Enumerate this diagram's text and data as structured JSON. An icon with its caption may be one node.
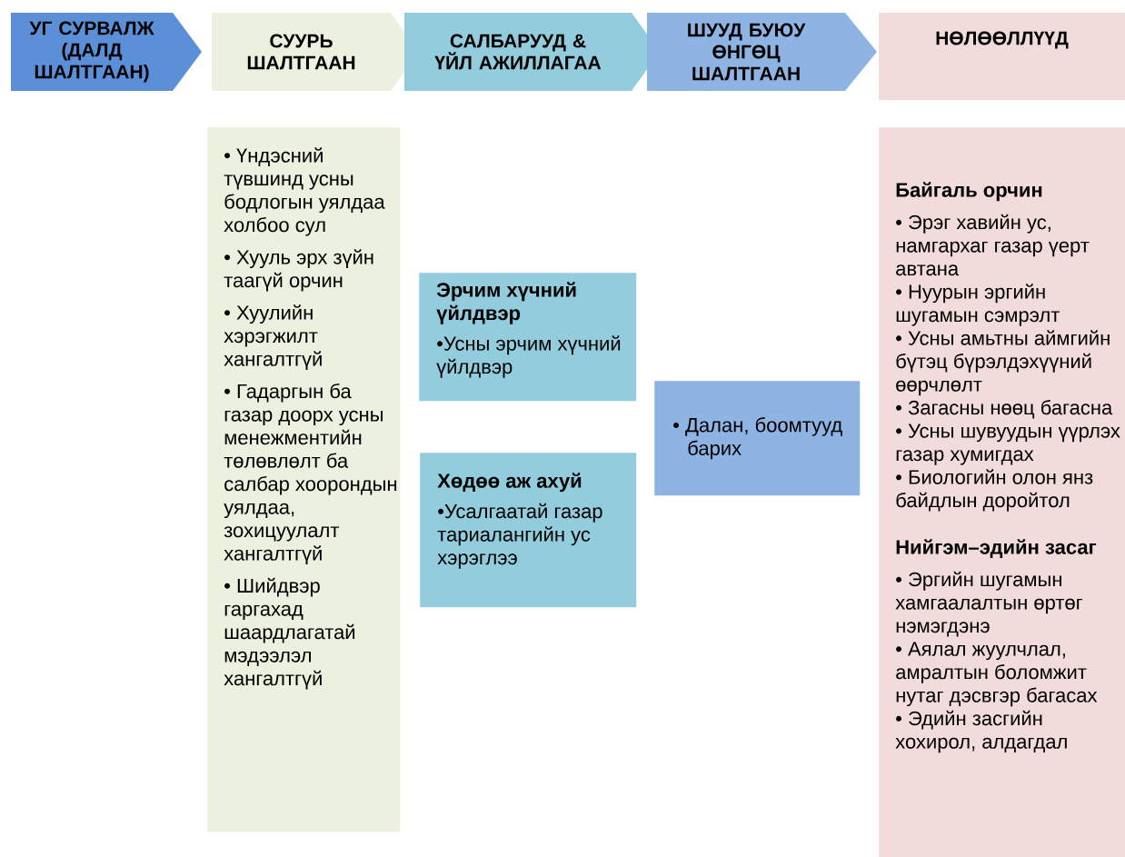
{
  "diagram": {
    "nodes": [
      {
        "text": [
          "УГ СУРВАЛЖ (ДАЛД ШАЛТГААН)"
        ]
      },
      {
        "text": [
          "СУУРЬ ШАЛТГААН"
        ]
      },
      {
        "text": [
          "САЛБАРУУД & ҮЙЛ АЖИЛЛАГАА"
        ]
      },
      {
        "text": [
          "ШУУД БУЮУ ӨНГӨЦ ШАЛТГААН"
        ]
      },
      {
        "text": [
          "НӨЛӨӨЛЛҮҮД"
        ]
      },
      {
        "text": [
          "• Үндэсний түвшинд усны бодлогын уялдаа холбоо сул",
          "• Хууль эрх зүйн таагүй орчин",
          "• Хуулийн хэрэгжилт хангалтгүй",
          "• Гадаргын ба газар доорх усны менежментийн төлөвлөлт ба салбар хоорондын уялдаа, зохицуулалт хангалтгүй",
          "• Шийдвэр гаргахад шаардлагатай мэдээлэл хангалтгүй"
        ]
      },
      {
        "text": [
          "Эрчим хүчний үйлдвэр",
          "•Усны эрчим хүчний үйлдвэр"
        ]
      },
      {
        "text": [
          "Хөдөө аж ахуй",
          "•Усалгаатай газар тариалангийн ус хэрэглээ"
        ]
      },
      {
        "text": [
          "• Далан, боомтууд барих"
        ]
      },
      {
        "text": [
          "Байгаль орчин",
          "• Эрэг хавийн ус, намгархаг газар үерт автана",
          "• Нуурын эргийн шугамын сэмрэлт",
          "• Усны амьтны аймгийн бүтэц бүрэлдэхүүний өөрчлөлт",
          "• Загасны нөөц багасна",
          "• Усны шувуудын үүрлэх газар хумигдах",
          "• Биологийн олон янз байдлын доройтол",
          "Нийгэм–эдийн засаг",
          "• Эргийн шугамын хамгаалалтын өртөг нэмэгдэнэ",
          "• Аялал жуулчлал, амралтын боломжит нутаг дэсвгэр багасах",
          "• Эдийн засгийн хохирол, алдагдал"
        ]
      }
    ]
  }
}
